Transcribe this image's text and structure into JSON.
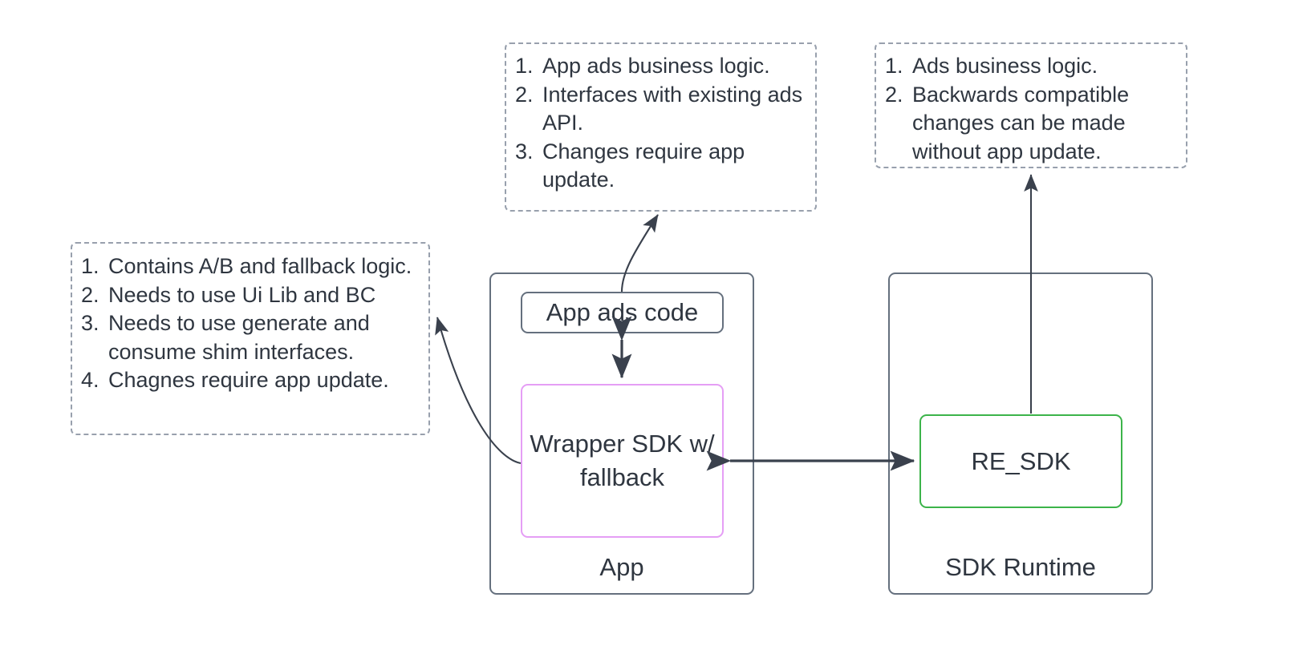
{
  "diagram": {
    "title": "Ads SDK wrapper architecture",
    "colors": {
      "text": "#2f3640",
      "container_border": "#65707e",
      "note_border": "#98a0ad",
      "wrapper_sdk_border": "#e59ef5",
      "re_sdk_border": "#3cb44a",
      "arrow": "#3a414d",
      "background": "#ffffff"
    },
    "notes": {
      "app_ads_code": {
        "items": [
          {
            "num": "1.",
            "text": "App ads business logic."
          },
          {
            "num": "2.",
            "text": "Interfaces with existing ads API."
          },
          {
            "num": "3.",
            "text": "Changes require app update."
          }
        ]
      },
      "re_sdk": {
        "items": [
          {
            "num": "1.",
            "text": "Ads business logic."
          },
          {
            "num": "2.",
            "text": "Backwards compatible changes can be made without app update."
          }
        ]
      },
      "wrapper_sdk": {
        "items": [
          {
            "num": "1.",
            "text": "Contains A/B and fallback logic."
          },
          {
            "num": "2.",
            "text": "Needs to use Ui Lib and BC"
          },
          {
            "num": "3.",
            "text": "Needs to use generate and consume shim interfaces."
          },
          {
            "num": "4.",
            "text": "Chagnes require app update."
          }
        ]
      }
    },
    "containers": {
      "app": {
        "label": "App"
      },
      "sdk_runtime": {
        "label": "SDK Runtime"
      }
    },
    "nodes": {
      "app_ads_code": {
        "label": "App ads code"
      },
      "wrapper_sdk": {
        "label": "Wrapper SDK\nw/ fallback"
      },
      "re_sdk": {
        "label": "RE_SDK"
      }
    },
    "connectors": [
      {
        "name": "app-ads-code-to-note",
        "kind": "curved-arrow",
        "direction": "one-way"
      },
      {
        "name": "wrapper-sdk-to-note",
        "kind": "curved-arrow",
        "direction": "one-way"
      },
      {
        "name": "app-ads-code-to-wrapper-sdk",
        "kind": "straight-arrow",
        "direction": "two-way"
      },
      {
        "name": "wrapper-sdk-to-re-sdk",
        "kind": "straight-arrow",
        "direction": "two-way"
      },
      {
        "name": "re-sdk-to-note",
        "kind": "straight-arrow",
        "direction": "one-way"
      }
    ]
  }
}
